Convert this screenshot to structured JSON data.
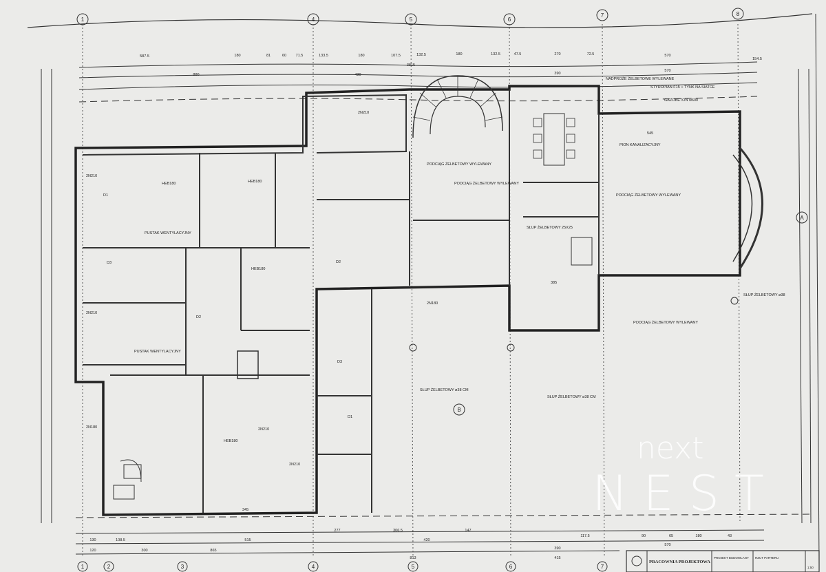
{
  "axes_top": [
    "1",
    "4",
    "5",
    "6",
    "7",
    "8"
  ],
  "axes_bottom": [
    "1",
    "2",
    "3",
    "4",
    "5",
    "6",
    "7"
  ],
  "axes_side": [
    "A",
    "B"
  ],
  "dims_top": [
    "3815",
    "880",
    "430",
    "390",
    "570",
    "154.5",
    "587.5",
    "180",
    "81",
    "60",
    "71.5",
    "133.5",
    "180",
    "107.5",
    "132.5",
    "180",
    "132.5",
    "47.5",
    "270",
    "72.5",
    "570"
  ],
  "dims_bottom": [
    "130",
    "120",
    "108.5",
    "300",
    "865",
    "515",
    "277",
    "306.5",
    "420",
    "147",
    "117.5",
    "90",
    "65",
    "180",
    "43",
    "570",
    "415",
    "390",
    "813"
  ],
  "labels": {
    "heb1": "HEB180",
    "heb2": "HEB180",
    "heb3": "HEB180",
    "heb4": "HEB180",
    "door1": "2N210",
    "door2": "2N210",
    "door3": "2N210",
    "door4": "2N180",
    "door5": "2N210",
    "door6": "2N210",
    "door7": "2N180",
    "beam1": "PODCIĄG ŻELBETOWY WYLEWANY",
    "beam2": "PODCIĄG ŻELBETOWY WYLEWANY",
    "beam3": "PODCIĄG ŻELBETOWY WYLEWANY",
    "beam4": "PODCIĄG ŻELBETOWY WYLEWANY",
    "col1": "SŁUP ŻELBETOWY ø38 CM",
    "col2": "SŁUP ŻELBETOWY ø38 CM",
    "col3": "SŁUP ŻELBETOWY 25X25",
    "col4": "SŁUP ŻELBETOWY ø38",
    "lintel": "NADPROŻE ŻELBETOWE WYLEWANE",
    "styro": "STYROPIAN F15 + TYNK NA SIATCE",
    "gazo": "GAZOBETON w600",
    "pion": "PION KANALIZACYJNY",
    "vent1": "PUSTAK WENTYLACYJNY",
    "vent2": "PUSTAK WENTYLACYJNY",
    "d1": "D1",
    "d2": "D2",
    "d3": "D3",
    "d4": "D1",
    "d5": "D2",
    "d6": "D3",
    "room_w": "345",
    "room_w2": "545",
    "room_w3": "385"
  },
  "title_block": {
    "office": "PRACOWNIA PROJEKTOWA",
    "project": "PROJEKT BUDOWLANY",
    "sheet": "RZUT PARTERU",
    "scale": "1:50"
  },
  "watermark": {
    "line1": "next",
    "line2": "NEST"
  }
}
